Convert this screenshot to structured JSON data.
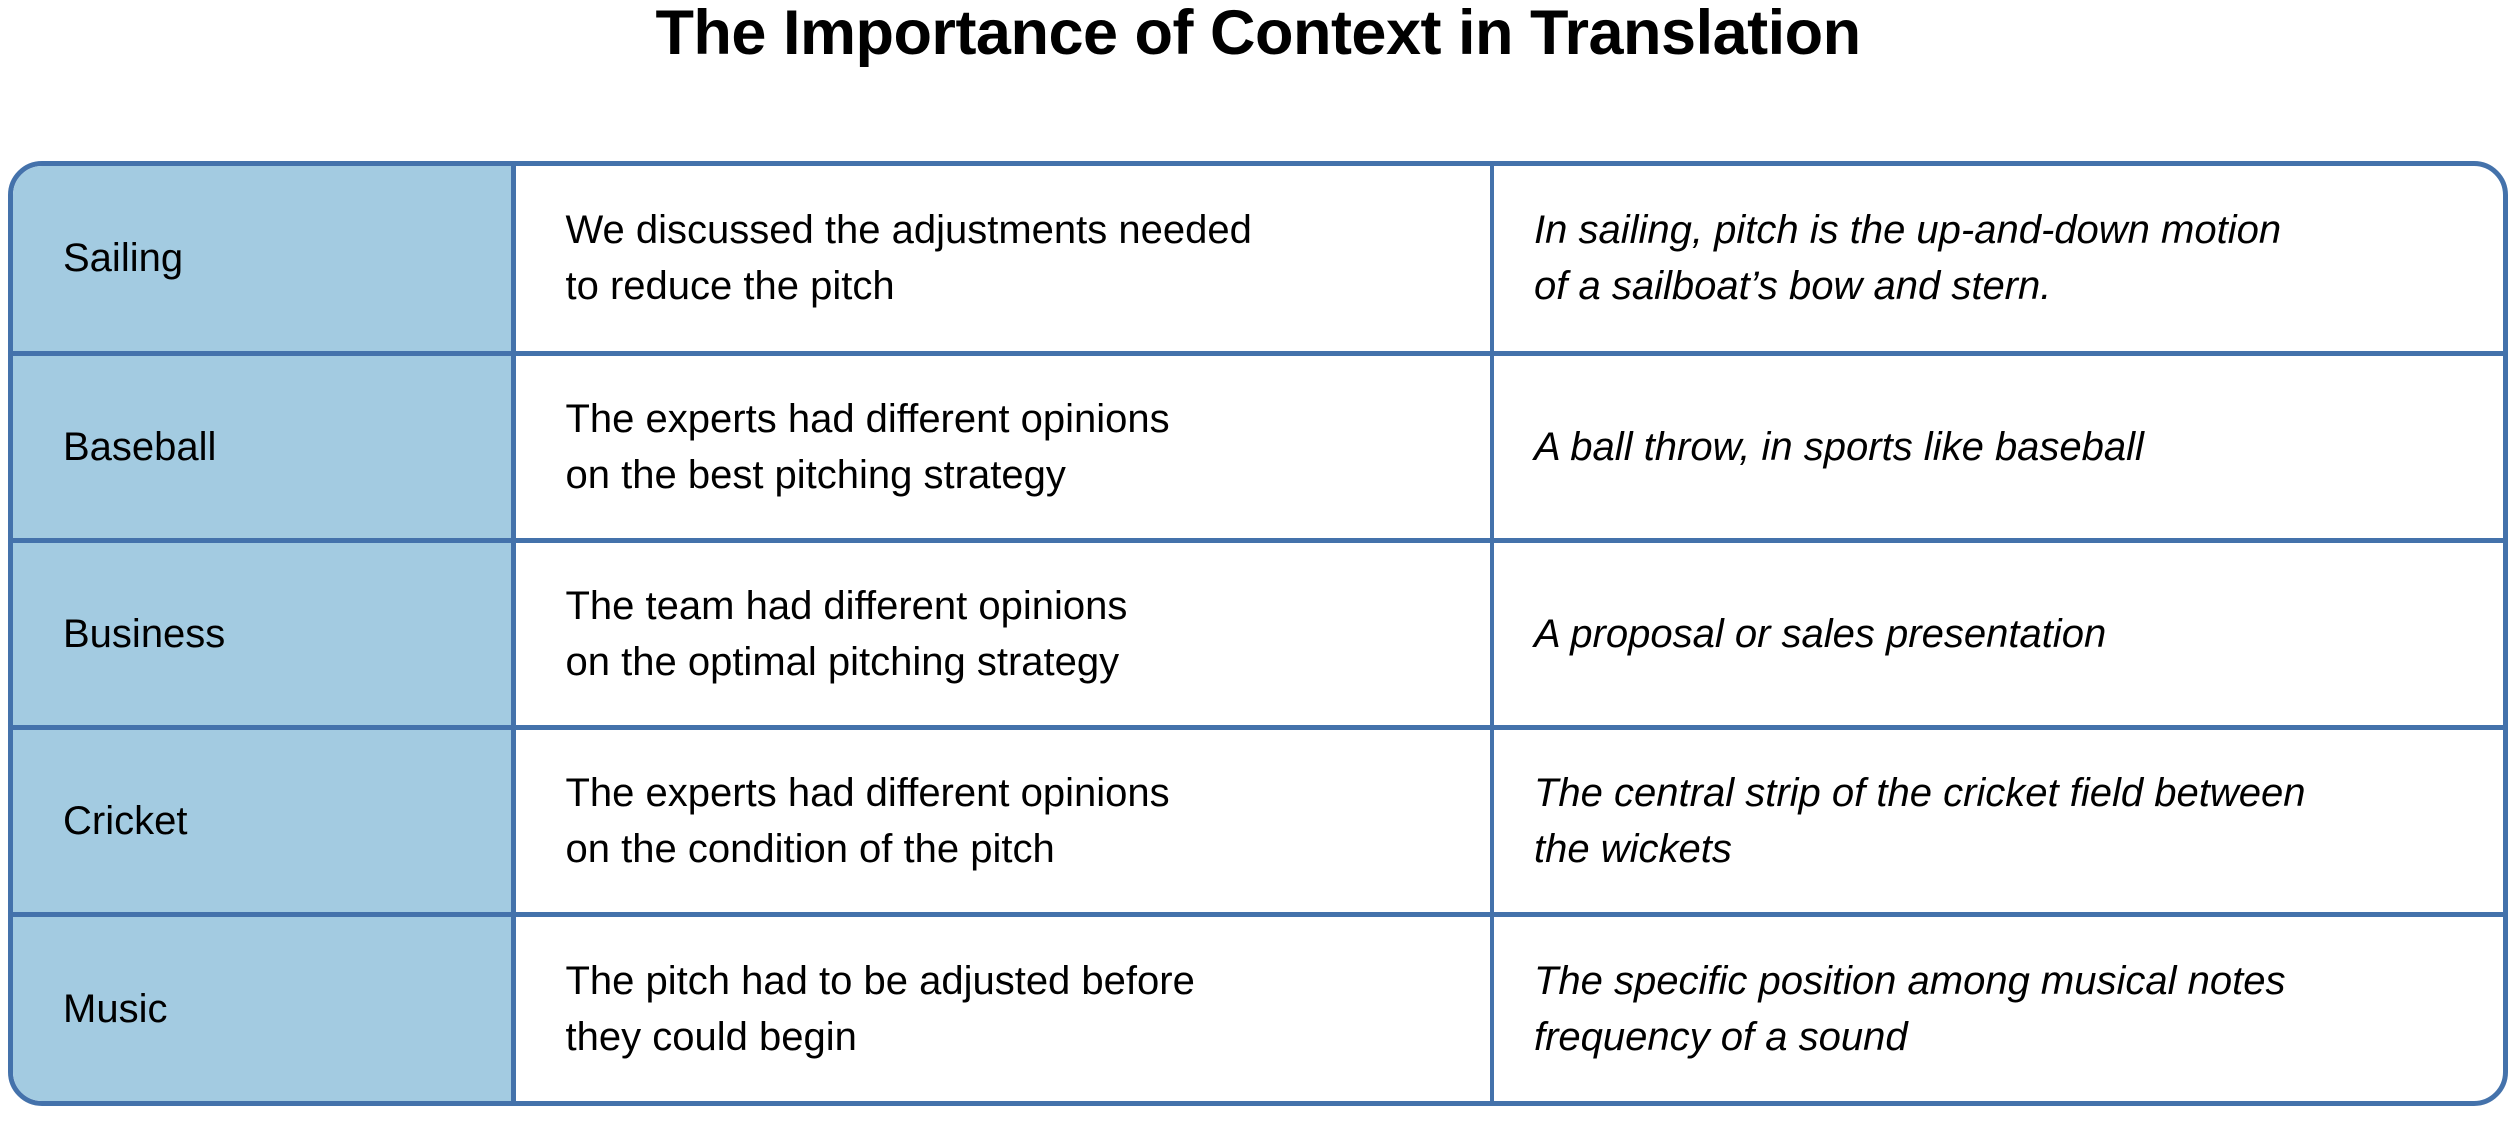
{
  "page": {
    "title": "The Importance of Context in Translation",
    "background_color": "#ffffff"
  },
  "theme": {
    "border_color": "#4472ab",
    "category_fill_color": "#a3cbe1",
    "text_color": "#000000"
  },
  "table": {
    "columns": [
      {
        "key": "domain",
        "style": "category"
      },
      {
        "key": "sentence",
        "style": "plain"
      },
      {
        "key": "meaning",
        "style": "italic"
      }
    ],
    "rows": [
      {
        "domain": "Sailing",
        "sentence_line1": "We discussed the adjustments needed",
        "sentence_line2": "to reduce the pitch",
        "meaning_line1": "In sailing, pitch is the up-and-down motion",
        "meaning_line2": "of a sailboat’s bow and stern."
      },
      {
        "domain": "Baseball",
        "sentence_line1": "The experts had different opinions",
        "sentence_line2": "on the best pitching strategy",
        "meaning_line1": "A ball throw, in sports like baseball",
        "meaning_line2": ""
      },
      {
        "domain": "Business",
        "sentence_line1": "The team had different opinions",
        "sentence_line2": "on the optimal pitching strategy",
        "meaning_line1": "A proposal or sales presentation",
        "meaning_line2": ""
      },
      {
        "domain": "Cricket",
        "sentence_line1": "The experts had different opinions",
        "sentence_line2": "on the condition of the pitch",
        "meaning_line1": "The central strip of the cricket field between",
        "meaning_line2": "the wickets"
      },
      {
        "domain": "Music",
        "sentence_line1": "The pitch had to be adjusted before",
        "sentence_line2": "they could begin",
        "meaning_line1": "The specific position among musical notes",
        "meaning_line2": "frequency of a sound"
      }
    ]
  }
}
